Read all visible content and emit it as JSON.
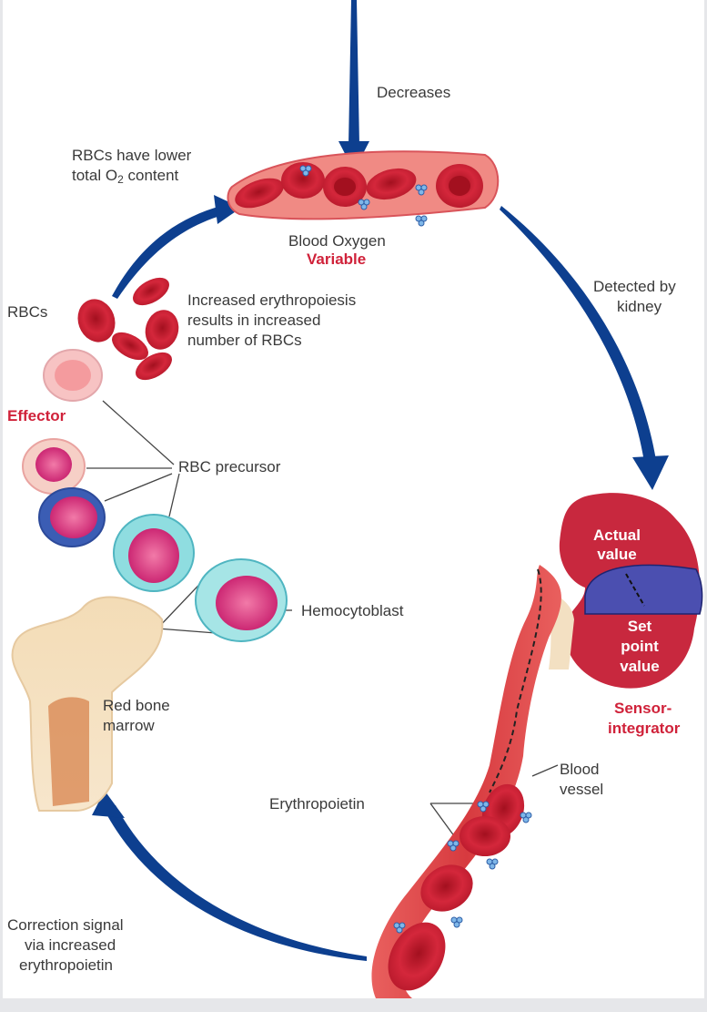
{
  "diagram": {
    "title": "Erythropoiesis negative feedback loop",
    "labels": {
      "decreases": "Decreases",
      "rbcs_lower_line1": "RBCs have lower",
      "rbcs_lower_line2_pre": "total O",
      "rbcs_lower_line2_sub": "2",
      "rbcs_lower_line2_post": " content",
      "blood_oxygen": "Blood Oxygen",
      "variable": "Variable",
      "detected_line1": "Detected by",
      "detected_line2": "kidney",
      "rbcs": "RBCs",
      "increased_line1": "Increased erythropoiesis",
      "increased_line2": "results in increased",
      "increased_line3": "number of RBCs",
      "effector": "Effector",
      "rbc_precursor": "RBC precursor",
      "hemocytoblast": "Hemocytoblast",
      "red_bone_line1": "Red bone",
      "red_bone_line2": "marrow",
      "actual_line1": "Actual",
      "actual_line2": "value",
      "set_line1": "Set",
      "set_line2": "point",
      "set_line3": "value",
      "sensor_line1": "Sensor-",
      "sensor_line2": "integrator",
      "blood_vessel_line1": "Blood",
      "blood_vessel_line2": "vessel",
      "erythropoietin": "Erythropoietin",
      "correction_line1": "Correction signal",
      "correction_line2": "via increased",
      "correction_line3": "erythropoietin"
    },
    "colors": {
      "arrow": "#0d3f8f",
      "role_label": "#d0223a",
      "rbc": "#c81e32",
      "gauge": "#4b4fb0"
    }
  }
}
